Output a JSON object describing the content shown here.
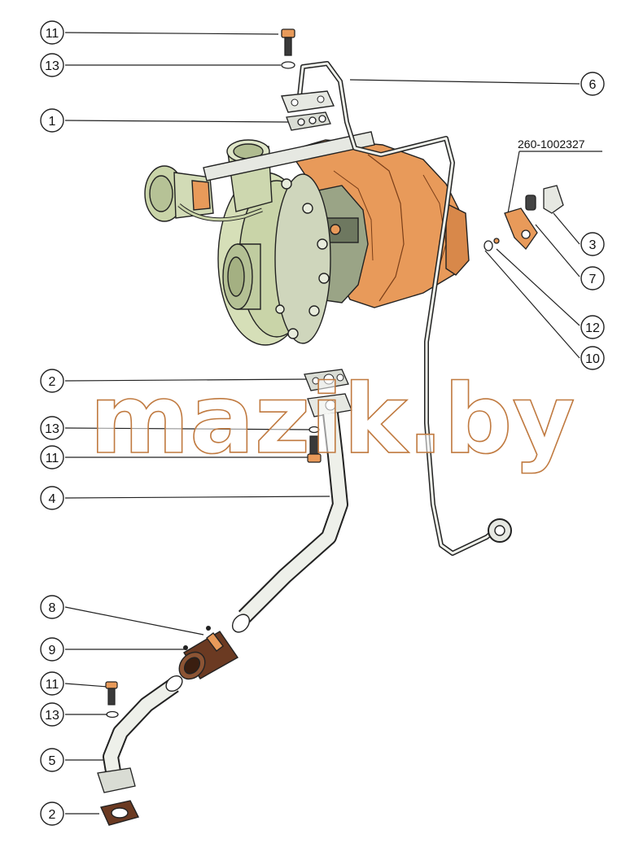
{
  "watermark": "mazik.by",
  "reference_label": "260-1002327",
  "callouts": [
    "11",
    "13",
    "1",
    "6",
    "3",
    "7",
    "12",
    "10",
    "2",
    "13",
    "11",
    "4",
    "8",
    "9",
    "11",
    "13",
    "5",
    "2"
  ],
  "colors": {
    "turbine_housing": "#e89a5a",
    "compressor": "#c9d4a8",
    "pipe": "#e6e8e2",
    "outline": "#222222",
    "hose": "#6b3a22",
    "watermark_stroke": "#c07a40"
  }
}
